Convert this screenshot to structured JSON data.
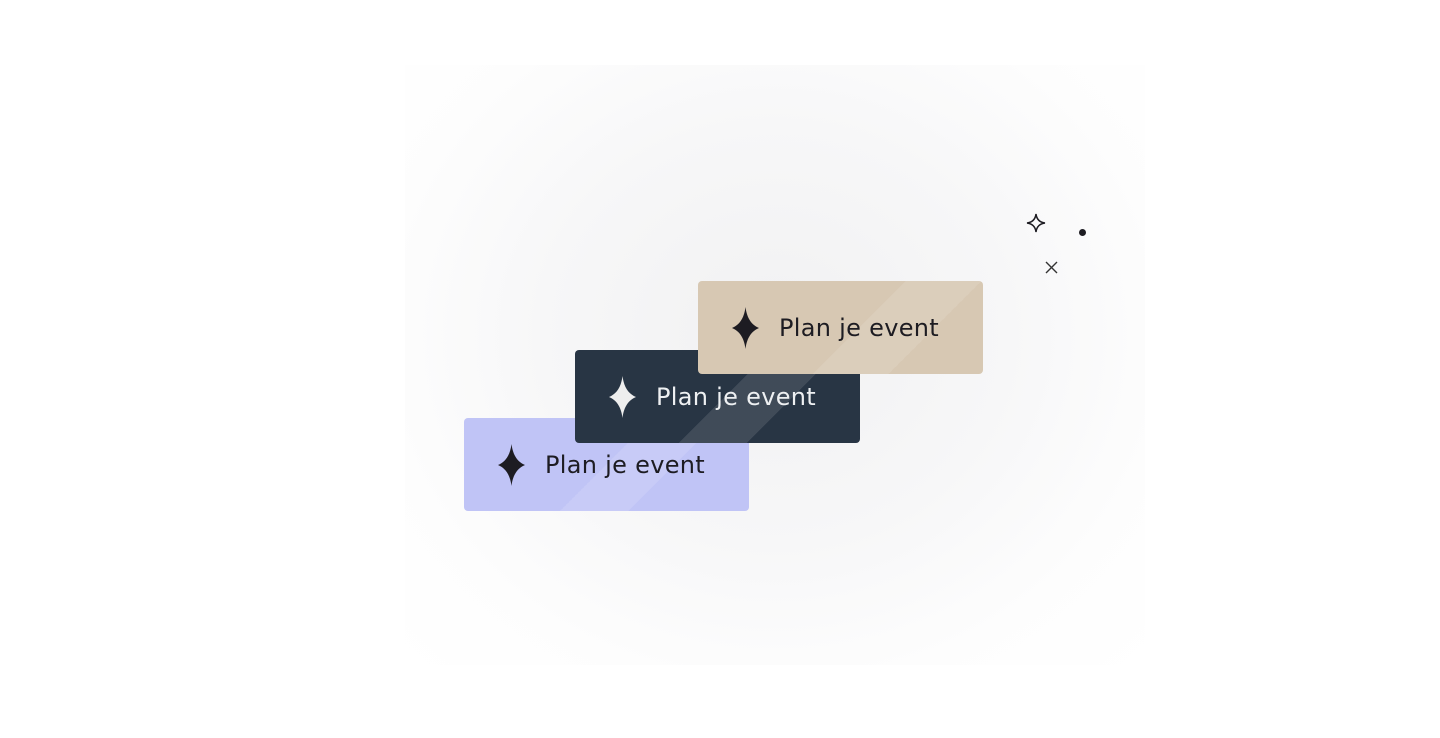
{
  "cards": [
    {
      "label": "Plan je event",
      "color": "#c0c4f6",
      "icon": "sparkle-icon"
    },
    {
      "label": "Plan je event",
      "color": "#283544",
      "icon": "sparkle-icon"
    },
    {
      "label": "Plan je event",
      "color": "#d7c8b3",
      "icon": "sparkle-icon"
    }
  ],
  "decorations": [
    "sparkle-outline-icon",
    "dot-icon",
    "close-icon"
  ]
}
